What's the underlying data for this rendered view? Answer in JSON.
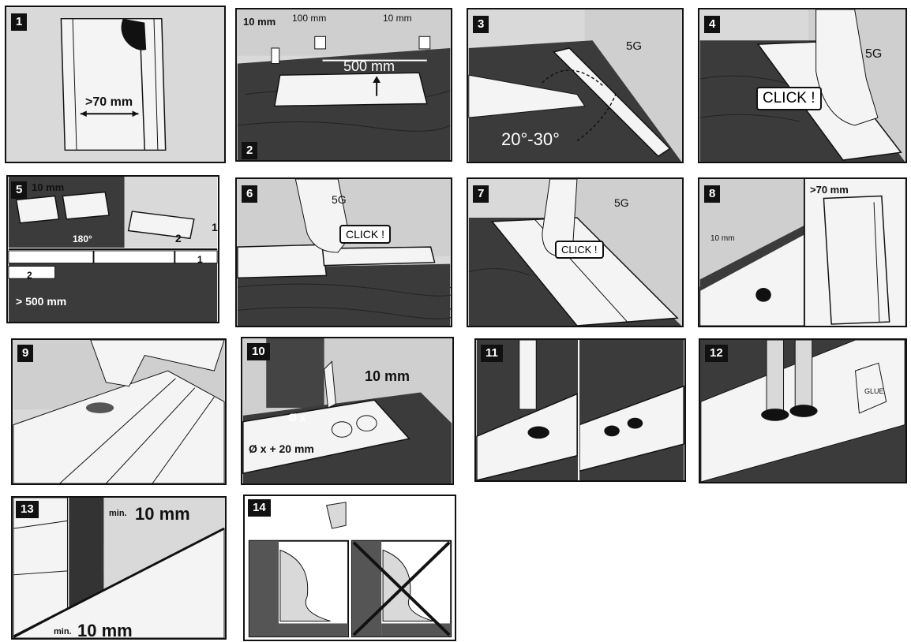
{
  "steps": [
    {
      "id": "1",
      "labels": [
        ">70 mm"
      ]
    },
    {
      "id": "2",
      "labels": [
        "10 mm",
        "100 mm",
        "10 mm",
        "500 mm"
      ]
    },
    {
      "id": "3",
      "labels": [
        "5G",
        "20°-30°"
      ]
    },
    {
      "id": "4",
      "labels": [
        "5G",
        "CLICK !"
      ]
    },
    {
      "id": "5",
      "labels": [
        "10 mm",
        "180°",
        "2",
        "1",
        "1",
        "2",
        "> 500 mm"
      ]
    },
    {
      "id": "6",
      "labels": [
        "5G",
        "CLICK !"
      ]
    },
    {
      "id": "7",
      "labels": [
        "5G",
        "CLICK !"
      ]
    },
    {
      "id": "8",
      "labels": [
        ">70 mm",
        "10 mm"
      ]
    },
    {
      "id": "9",
      "labels": []
    },
    {
      "id": "10",
      "labels": [
        "10 mm",
        "Ø x",
        "Ø x + 20 mm"
      ]
    },
    {
      "id": "11",
      "labels": []
    },
    {
      "id": "12",
      "labels": [
        "GLUE"
      ]
    },
    {
      "id": "13",
      "labels": [
        "min.",
        "10 mm",
        "min.",
        "10 mm"
      ]
    },
    {
      "id": "14",
      "labels": []
    }
  ],
  "colors": {
    "floor": "#3b3b3b",
    "wall": "#d9d9d9",
    "board": "#f4f4f4",
    "ink": "#111111"
  }
}
